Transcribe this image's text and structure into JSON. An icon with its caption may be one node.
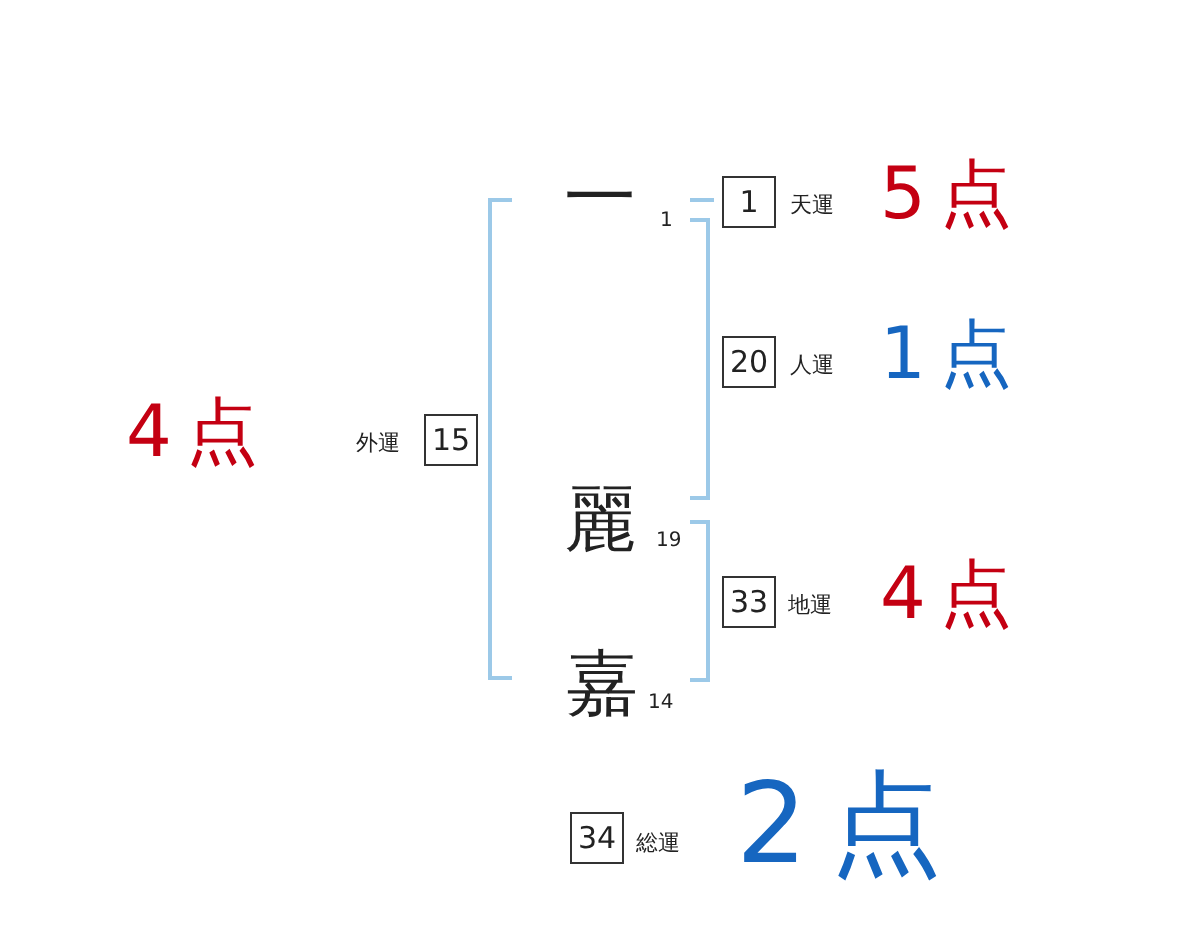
{
  "diagram": {
    "nodes": [
      {
        "text": [
          "1"
        ],
        "beside": [
          "天運",
          "5点"
        ]
      },
      {
        "text": [
          "20"
        ],
        "beside": [
          "人運",
          "1点"
        ]
      },
      {
        "text": [
          "15"
        ],
        "beside": [
          "4点",
          "外運"
        ]
      },
      {
        "text": [
          "33"
        ],
        "beside": [
          "地運",
          "4点"
        ]
      },
      {
        "text": [
          "34"
        ],
        "beside": [
          "総運",
          "2点"
        ]
      }
    ],
    "labels": [
      "一",
      "1",
      "麗",
      "19",
      "嘉",
      "14"
    ]
  }
}
